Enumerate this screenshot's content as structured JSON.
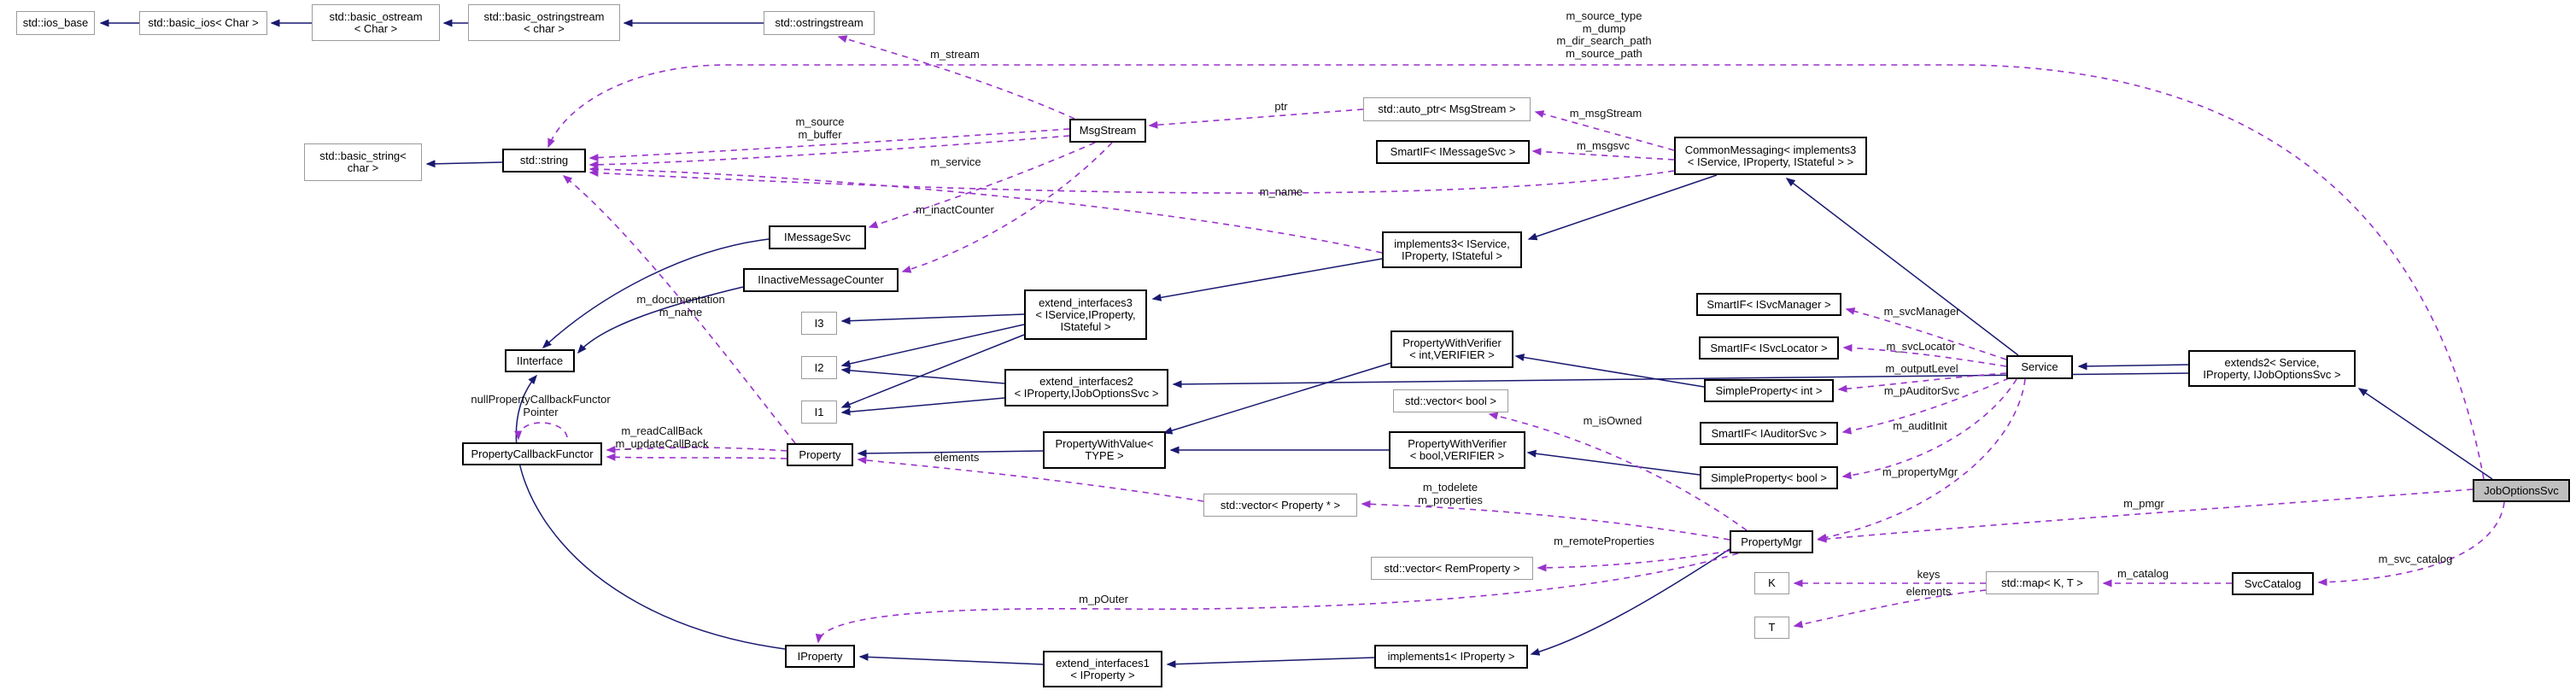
{
  "diagram": {
    "type": "collaboration-graph",
    "current_class": "JobOptionsSvc",
    "colors": {
      "background": "#ffffff",
      "inheritance_edge": "#191970",
      "usage_edge": "#9932cc",
      "node_fill": "#ffffff",
      "current_node_fill": "#bfbfbf",
      "documented_border": "#000000",
      "external_border": "#9b9b9b",
      "label_text": "#000000"
    },
    "nodes": [
      {
        "id": "std-ios-base",
        "label": "std::ios_base"
      },
      {
        "id": "std-basic-ios",
        "label": "std::basic_ios< Char >"
      },
      {
        "id": "std-basic-ostream",
        "label": "std::basic_ostream\n< Char >"
      },
      {
        "id": "std-basic-ostringstream",
        "label": "std::basic_ostringstream\n< char >"
      },
      {
        "id": "std-ostringstream",
        "label": "std::ostringstream"
      },
      {
        "id": "msgstream",
        "label": "MsgStream"
      },
      {
        "id": "std-auto-ptr-msgstream",
        "label": "std::auto_ptr< MsgStream >"
      },
      {
        "id": "smartif-imessagesvc",
        "label": "SmartIF< IMessageSvc >"
      },
      {
        "id": "commonmessaging",
        "label": "CommonMessaging< implements3\n< IService, IProperty, IStateful > >"
      },
      {
        "id": "std-basic-string",
        "label": "std::basic_string<\nchar >"
      },
      {
        "id": "std-string",
        "label": "std::string"
      },
      {
        "id": "imessagesvc",
        "label": "IMessageSvc"
      },
      {
        "id": "iinactivemessagecounter",
        "label": "IInactiveMessageCounter"
      },
      {
        "id": "implements3",
        "label": "implements3< IService,\nIProperty, IStateful >"
      },
      {
        "id": "extend-interfaces3",
        "label": "extend_interfaces3\n< IService,IProperty,\nIStateful >"
      },
      {
        "id": "i3",
        "label": "I3"
      },
      {
        "id": "i2",
        "label": "I2"
      },
      {
        "id": "i1",
        "label": "I1"
      },
      {
        "id": "extend-interfaces2",
        "label": "extend_interfaces2\n< IProperty,IJobOptionsSvc >"
      },
      {
        "id": "propertywithverifier-int",
        "label": "PropertyWithVerifier\n< int,VERIFIER >"
      },
      {
        "id": "std-vector-bool",
        "label": "std::vector< bool >"
      },
      {
        "id": "smartif-isvcmanager",
        "label": "SmartIF< ISvcManager >"
      },
      {
        "id": "smartif-isvclocator",
        "label": "SmartIF< ISvcLocator >"
      },
      {
        "id": "simpleproperty-int",
        "label": "SimpleProperty< int >"
      },
      {
        "id": "smartif-iauditorsvc",
        "label": "SmartIF< IAuditorSvc >"
      },
      {
        "id": "simpleproperty-bool",
        "label": "SimpleProperty< bool >"
      },
      {
        "id": "service",
        "label": "Service"
      },
      {
        "id": "extends2",
        "label": "extends2< Service,\nIProperty, IJobOptionsSvc >"
      },
      {
        "id": "iinterface",
        "label": "IInterface"
      },
      {
        "id": "propertycallbackfunctor",
        "label": "PropertyCallbackFunctor"
      },
      {
        "id": "property",
        "label": "Property"
      },
      {
        "id": "propertywithvalue",
        "label": "PropertyWithValue<\nTYPE >"
      },
      {
        "id": "propertywithverifier-bool",
        "label": "PropertyWithVerifier\n< bool,VERIFIER >"
      },
      {
        "id": "std-vector-property-ptr",
        "label": "std::vector< Property * >"
      },
      {
        "id": "propertymgr",
        "label": "PropertyMgr"
      },
      {
        "id": "std-vector-remproperty",
        "label": "std::vector< RemProperty >"
      },
      {
        "id": "k",
        "label": "K"
      },
      {
        "id": "t",
        "label": "T"
      },
      {
        "id": "std-map-k-t",
        "label": "std::map< K, T >"
      },
      {
        "id": "svccatalog",
        "label": "SvcCatalog"
      },
      {
        "id": "joboptionssvc",
        "label": "JobOptionsSvc"
      },
      {
        "id": "iproperty",
        "label": "IProperty"
      },
      {
        "id": "extend-interfaces1",
        "label": "extend_interfaces1\n< IProperty >"
      },
      {
        "id": "implements1",
        "label": "implements1< IProperty >"
      }
    ],
    "edge_labels": [
      {
        "id": "m-stream",
        "text": "m_stream"
      },
      {
        "id": "joboptions-string-members",
        "text": "m_source_type\nm_dump\nm_dir_search_path\nm_source_path"
      },
      {
        "id": "ptr",
        "text": "ptr"
      },
      {
        "id": "m-msgstream",
        "text": "m_msgStream"
      },
      {
        "id": "m-msgsvc",
        "text": "m_msgsvc"
      },
      {
        "id": "m-source-m-buffer",
        "text": "m_source\nm_buffer"
      },
      {
        "id": "m-service",
        "text": "m_service"
      },
      {
        "id": "m-name",
        "text": "m_name"
      },
      {
        "id": "m-inactcounter",
        "text": "m_inactCounter"
      },
      {
        "id": "m-documentation-m-name",
        "text": "m_documentation\nm_name"
      },
      {
        "id": "nullpropertycallbackfunctorpointer",
        "text": "nullPropertyCallbackFunctor\nPointer"
      },
      {
        "id": "m-readcallback-m-updatecallback",
        "text": "m_readCallBack\nm_updateCallBack"
      },
      {
        "id": "elements",
        "text": "elements"
      },
      {
        "id": "m-svcmanager",
        "text": "m_svcManager"
      },
      {
        "id": "m-svclocator",
        "text": "m_svcLocator"
      },
      {
        "id": "m-outputlevel",
        "text": "m_outputLevel"
      },
      {
        "id": "m-pauditorsvc",
        "text": "m_pAuditorSvc"
      },
      {
        "id": "m-auditinit",
        "text": "m_auditInit"
      },
      {
        "id": "m-propertymgr",
        "text": "m_propertyMgr"
      },
      {
        "id": "m-isowned",
        "text": "m_isOwned"
      },
      {
        "id": "m-todelete-m-properties",
        "text": "m_todelete\nm_properties"
      },
      {
        "id": "m-remoteproperties",
        "text": "m_remoteProperties"
      },
      {
        "id": "keys",
        "text": "keys"
      },
      {
        "id": "elements-map",
        "text": "elements"
      },
      {
        "id": "m-catalog",
        "text": "m_catalog"
      },
      {
        "id": "m-svc-catalog",
        "text": "m_svc_catalog"
      },
      {
        "id": "m-pmgr",
        "text": "m_pmgr"
      },
      {
        "id": "m-pouter",
        "text": "m_pOuter"
      }
    ]
  }
}
